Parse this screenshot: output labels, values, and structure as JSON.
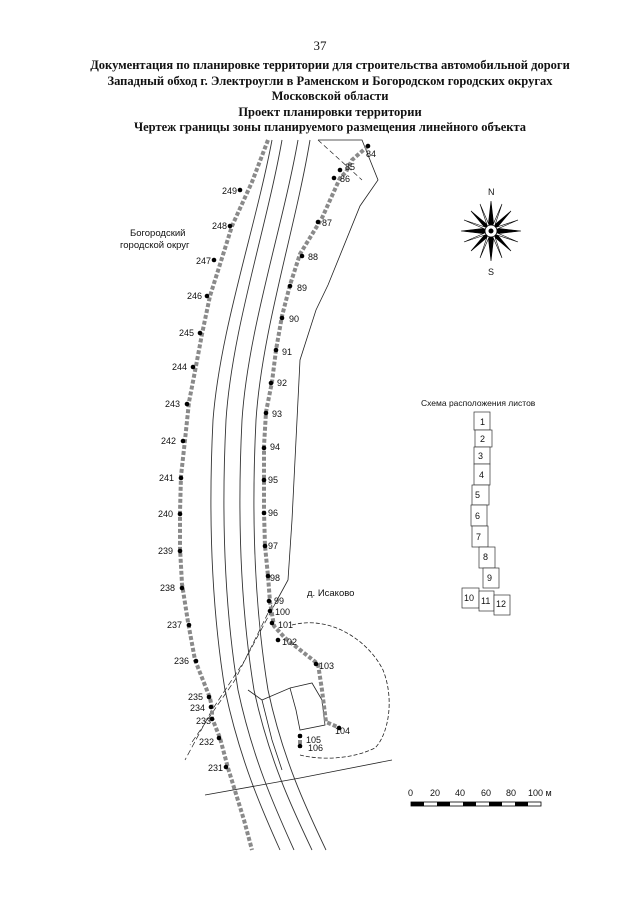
{
  "page_number": "37",
  "title": {
    "line1": "Документация по планировке территории для строительства автомобильной дороги",
    "line2": "Западный обход г. Электроугли в Раменском и Богородском городских округах",
    "line3": "Московской области",
    "line4": "Проект планировки территории",
    "line5": "Чертеж границы зоны планируемого размещения линейного объекта"
  },
  "map": {
    "region_label_line1": "Богородский",
    "region_label_line2": "городской округ",
    "village_label": "д. Исаково",
    "compass_north": "N",
    "compass_south": "S",
    "right_points": [
      "84",
      "85",
      "86",
      "87",
      "88",
      "89",
      "90",
      "91",
      "92",
      "93",
      "94",
      "95",
      "96",
      "97",
      "98",
      "99",
      "100",
      "101",
      "102",
      "103",
      "104",
      "105",
      "106"
    ],
    "left_points": [
      "249",
      "248",
      "247",
      "246",
      "245",
      "244",
      "243",
      "242",
      "241",
      "240",
      "239",
      "238",
      "237",
      "236",
      "235",
      "234",
      "233",
      "232",
      "231"
    ]
  },
  "sheet_scheme": {
    "title": "Схема расположения листов",
    "sheets": [
      "1",
      "2",
      "3",
      "4",
      "5",
      "6",
      "7",
      "8",
      "9",
      "10",
      "11",
      "12"
    ]
  },
  "scale_bar": {
    "labels": [
      "0",
      "20",
      "40",
      "60",
      "80",
      "100 м"
    ]
  }
}
